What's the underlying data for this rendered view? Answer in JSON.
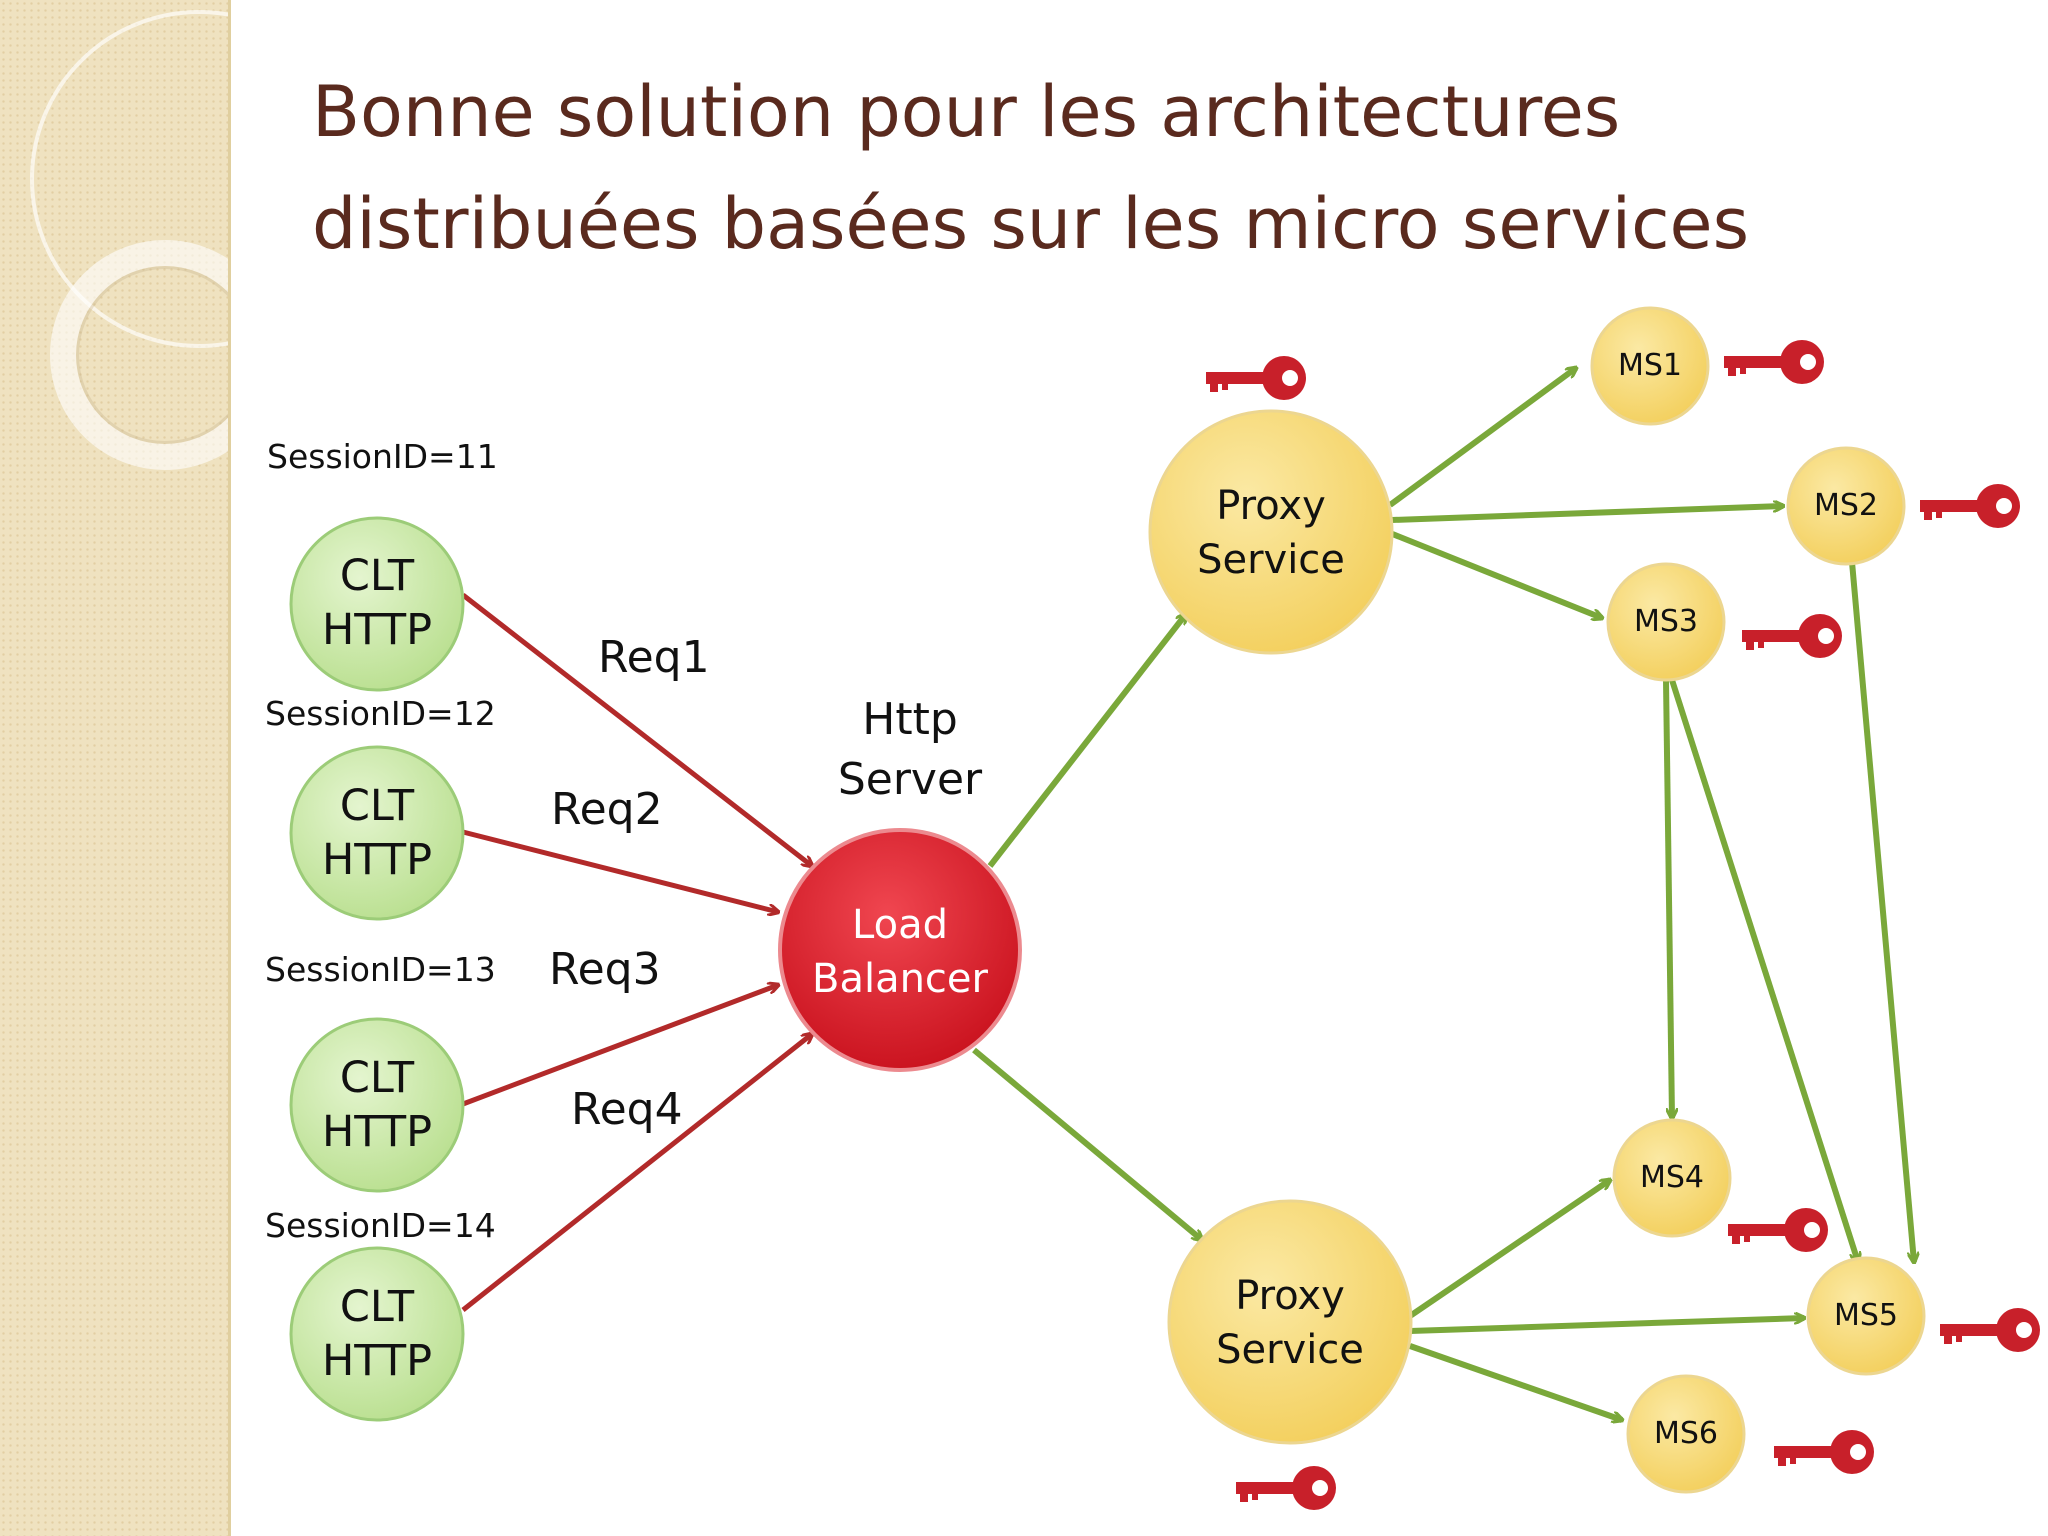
{
  "title": {
    "line1": "Bonne solution pour les architectures",
    "line2": "distribuées basées sur les micro services"
  },
  "colors": {
    "title": "#5a2a1e",
    "client_fill": "#c5e6a0",
    "client_stroke": "#8cc46a",
    "proxy_fill": "#f7d76c",
    "proxy_stroke": "#e8c04a",
    "lb_fill": "#d81a24",
    "request_arrow": "#b22a2a",
    "service_arrow": "#7aa83a",
    "key": "#c8202a"
  },
  "clients": [
    {
      "session": "SessionID=11",
      "label": "CLT\nHTTP",
      "request": "Req1"
    },
    {
      "session": "SessionID=12",
      "label": "CLT\nHTTP",
      "request": "Req2"
    },
    {
      "session": "SessionID=13",
      "label": "CLT\nHTTP",
      "request": "Req3"
    },
    {
      "session": "SessionID=14",
      "label": "CLT\nHTTP",
      "request": "Req4"
    }
  ],
  "server": {
    "label": "Http\nServer"
  },
  "load_balancer": {
    "label": "Load\nBalancer"
  },
  "proxies": [
    {
      "label": "Proxy\nService"
    },
    {
      "label": "Proxy\nService"
    }
  ],
  "microservices": [
    "MS1",
    "MS2",
    "MS3",
    "MS4",
    "MS5",
    "MS6"
  ],
  "icons": {
    "key": "key-icon"
  }
}
